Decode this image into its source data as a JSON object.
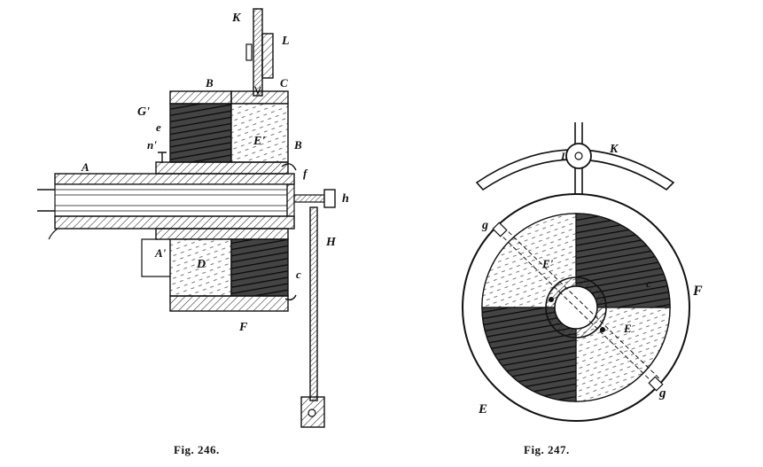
{
  "figures": [
    {
      "caption": "Fig. 246.",
      "labels": {
        "K": "K",
        "L": "L",
        "B_top": "B",
        "C_top": "C",
        "G1": "G'",
        "e": "e",
        "n1": "n'",
        "E1": "E'",
        "B_mid": "B",
        "f": "f",
        "A": "A",
        "h": "h",
        "A1": "A'",
        "D": "D",
        "H": "H",
        "c": "c",
        "F": "F"
      }
    },
    {
      "caption": "Fig. 247.",
      "labels": {
        "K": "K",
        "L": "L",
        "g_top": "g",
        "E1": "E'",
        "c": "c",
        "F": "F",
        "E": "E",
        "E_low": "E",
        "g_bottom": "g"
      }
    }
  ]
}
